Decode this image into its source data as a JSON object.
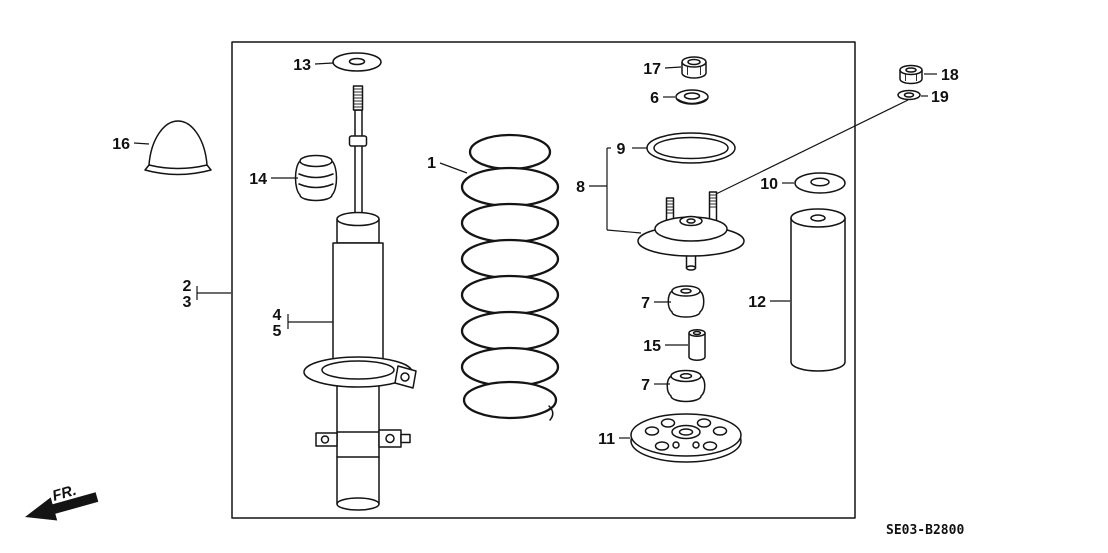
{
  "diagram": {
    "code": "SE03-B2800",
    "direction_label": "FR.",
    "callouts": {
      "n1": "1",
      "n2": "2",
      "n3": "3",
      "n4": "4",
      "n5": "5",
      "n6": "6",
      "n7_upper": "7",
      "n7_lower": "7",
      "n8": "8",
      "n9": "9",
      "n10": "10",
      "n11": "11",
      "n12": "12",
      "n13": "13",
      "n14": "14",
      "n15": "15",
      "n16": "16",
      "n17": "17",
      "n18": "18",
      "n19": "19"
    }
  }
}
